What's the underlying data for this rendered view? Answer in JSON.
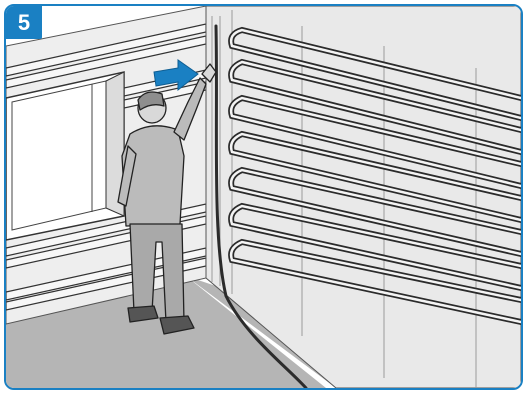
{
  "step": {
    "number": "5"
  },
  "colors": {
    "accent": "#1a80c3",
    "floor": "#b4b4b4",
    "wall": "#ececec",
    "pipe_dark": "#2b2b2b",
    "pipe_light": "#f4f4f4",
    "person_clothes": "#b9b9b9",
    "arrow": "#1a80c3"
  },
  "illustration": {
    "icons": [
      "wall-heating-pipe-register",
      "worker",
      "push-arrow",
      "window"
    ]
  }
}
